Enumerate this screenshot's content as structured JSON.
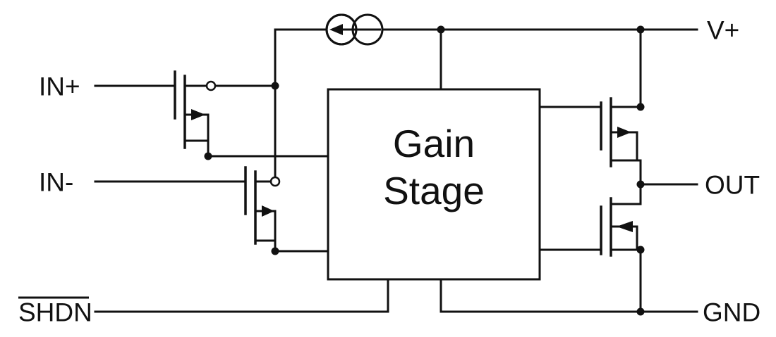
{
  "labels": {
    "in_plus": "IN+",
    "in_minus": "IN-",
    "shdn": "SHDN",
    "v_plus": "V+",
    "out": "OUT",
    "gnd": "GND"
  },
  "gain_stage": {
    "line1": "Gain",
    "line2": "Stage"
  },
  "colors": {
    "ink": "#111111",
    "background": "#ffffff"
  },
  "icons": {
    "current_source": "current-source-icon",
    "input_transistor_in_plus": "pmos-transistor-icon",
    "input_transistor_in_minus": "pmos-transistor-icon",
    "output_transistor_top": "pmos-transistor-icon",
    "output_transistor_bottom": "nmos-transistor-icon",
    "junction": "junction-dot",
    "bubble": "connection-bubble"
  }
}
